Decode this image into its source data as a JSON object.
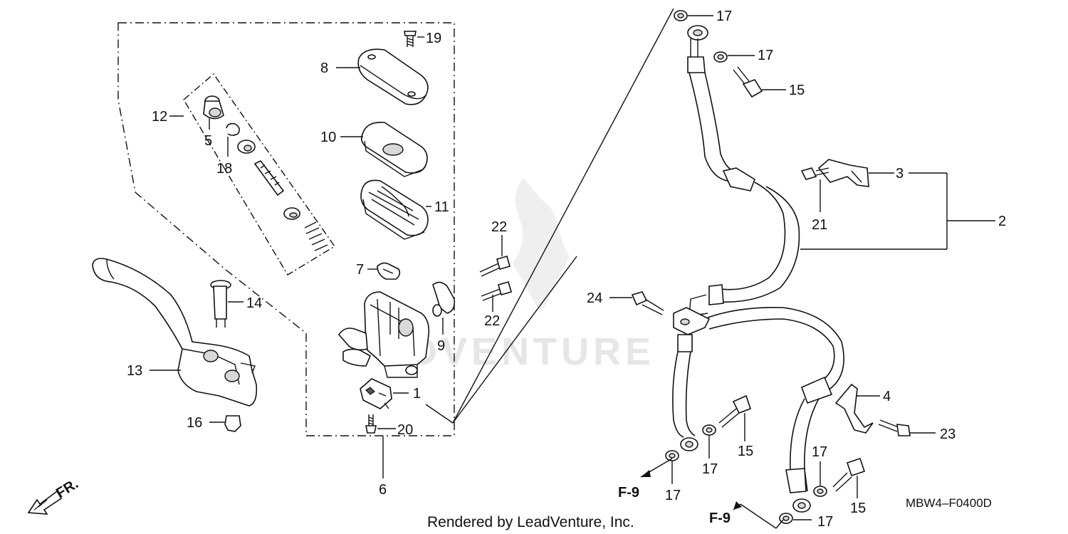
{
  "parts": {
    "p1": "1",
    "p2": "2",
    "p3": "3",
    "p4": "4",
    "p5": "5",
    "p6": "6",
    "p7": "7",
    "p8": "8",
    "p9": "9",
    "p10": "10",
    "p11": "11",
    "p12": "12",
    "p13": "13",
    "p14": "14",
    "p15": "15",
    "p16": "16",
    "p17": "17",
    "p18": "18",
    "p19": "19",
    "p20": "20",
    "p21": "21",
    "p22": "22",
    "p23": "23",
    "p24": "24"
  },
  "refs": {
    "f9": "F-9"
  },
  "direction_label": "FR.",
  "watermark": "ADVENTURE",
  "footer": "Rendered by LeadVenture, Inc.",
  "diagram_code": "MBW4–F0400D"
}
